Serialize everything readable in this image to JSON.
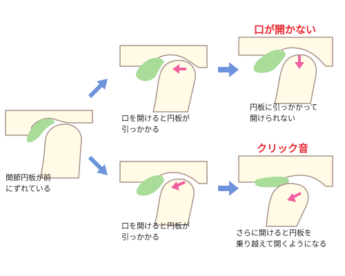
{
  "colors": {
    "bone_fill": "#fffbe6",
    "bone_stroke": "#a8918a",
    "disc": "#a8dc98",
    "arrow_pink": "#f05fa0",
    "flow_arrow": "#6d93dc",
    "headline": "#e8262f"
  },
  "steps": {
    "start": {
      "caption_lines": [
        "関節円板が前",
        "にずれている"
      ]
    },
    "upper_open": {
      "caption_lines": [
        "口を開けると円板が",
        "引っかかる"
      ]
    },
    "upper_locked": {
      "headline": "口が開かない",
      "caption_lines": [
        "円板に引っかかって",
        "開けられない"
      ]
    },
    "lower_open": {
      "caption_lines": [
        "口を開けると円板が",
        "引っかかる"
      ]
    },
    "lower_click": {
      "headline": "クリック音",
      "caption_lines": [
        "さらに開けると円板を",
        "乗り越えて開くようになる"
      ]
    }
  }
}
